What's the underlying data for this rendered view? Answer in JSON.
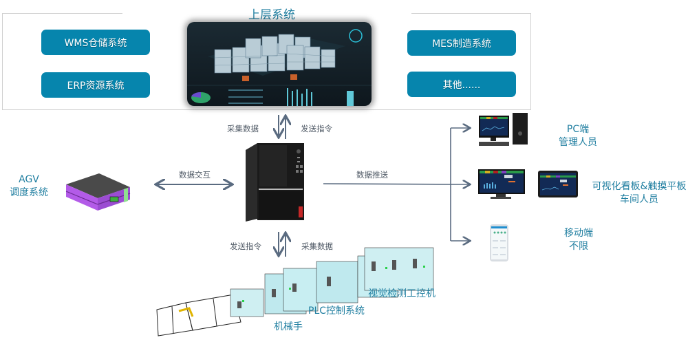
{
  "upper_system": {
    "title": "上层系统",
    "buttons": [
      "WMS仓储系统",
      "ERP资源系统",
      "MES制造系统",
      "其他......"
    ]
  },
  "links": {
    "top_collect": "采集数据",
    "top_send": "发送指令",
    "agv_exchange": "数据交互",
    "data_push": "数据推送",
    "bottom_send": "发送指令",
    "bottom_collect": "采集数据"
  },
  "agv": {
    "line1": "AGV",
    "line2": "调度系统"
  },
  "endpoints": {
    "pc": {
      "line1": "PC端",
      "line2": "管理人员"
    },
    "board": {
      "line1": "可视化看板&触摸平板",
      "line2": "车间人员"
    },
    "mobile": {
      "line1": "移动端",
      "line2": "不限"
    }
  },
  "production_line": {
    "robot": "机械手",
    "plc": "PLC控制系统",
    "vision": "视觉检测工控机"
  },
  "colors": {
    "accent": "#0685ad",
    "label_blue": "#1f7ea0",
    "arrow": "#5a6b80"
  }
}
